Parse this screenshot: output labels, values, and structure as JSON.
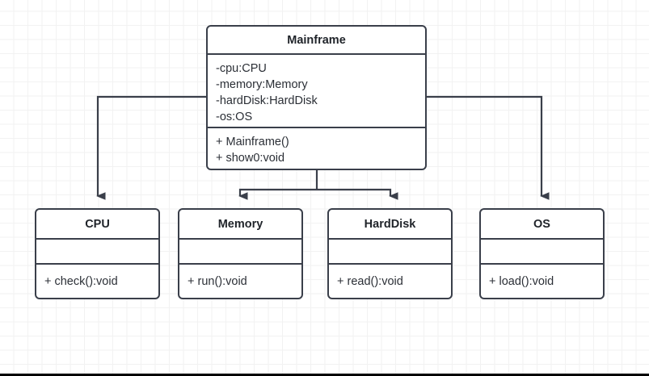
{
  "diagram": {
    "type": "uml-class-diagram",
    "background": "#ffffff",
    "grid_color": "#f0f0f0",
    "border_color": "#3a3f4a",
    "text_color": "#2b2f36",
    "relationship": "composition-directed-association"
  },
  "classes": {
    "mainframe": {
      "name": "Mainframe",
      "attributes": [
        "-cpu:CPU",
        "-memory:Memory",
        "-hardDisk:HardDisk",
        "-os:OS"
      ],
      "operations": [
        "+ Mainframe()",
        "+ show0:void"
      ]
    },
    "cpu": {
      "name": "CPU",
      "attributes": [],
      "operations": [
        "+ check():void"
      ]
    },
    "memory": {
      "name": "Memory",
      "attributes": [],
      "operations": [
        "+ run():void"
      ]
    },
    "harddisk": {
      "name": "HardDisk",
      "attributes": [],
      "operations": [
        "+ read():void"
      ]
    },
    "os": {
      "name": "OS",
      "attributes": [],
      "operations": [
        "+ load():void"
      ]
    }
  },
  "connectors": [
    {
      "id": "mainframe-to-cpu",
      "from": "mainframe",
      "to": "cpu",
      "arrow": "filled-triangle"
    },
    {
      "id": "mainframe-to-memory",
      "from": "mainframe",
      "to": "memory",
      "arrow": "filled-triangle"
    },
    {
      "id": "mainframe-to-harddisk",
      "from": "mainframe",
      "to": "harddisk",
      "arrow": "filled-triangle"
    },
    {
      "id": "mainframe-to-os",
      "from": "mainframe",
      "to": "os",
      "arrow": "filled-triangle"
    }
  ]
}
